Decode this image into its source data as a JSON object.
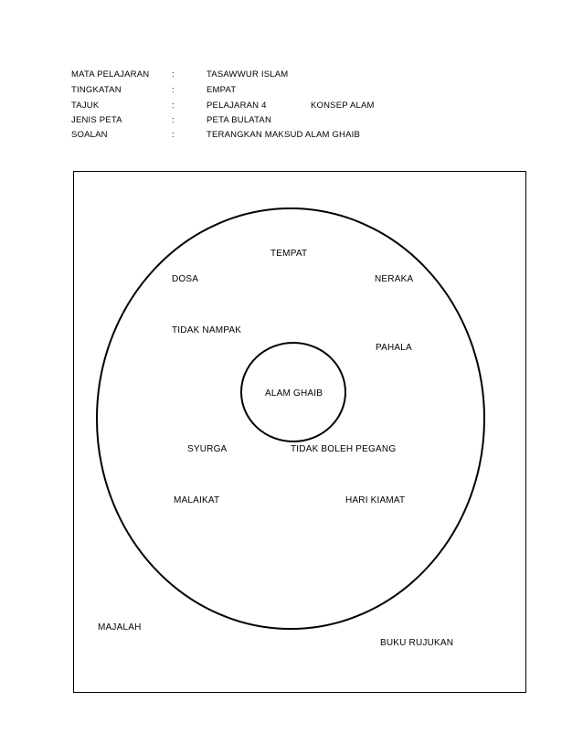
{
  "header": {
    "rows": [
      {
        "key": "MATA PELAJARAN",
        "sep": ":",
        "value": "TASAWWUR ISLAM",
        "extra": ""
      },
      {
        "key": "TINGKATAN",
        "sep": ":",
        "value": "EMPAT",
        "extra": ""
      },
      {
        "key": "TAJUK",
        "sep": ":",
        "value": "PELAJARAN 4",
        "extra": "KONSEP ALAM"
      },
      {
        "key": "JENIS PETA",
        "sep": ":",
        "value": "PETA BULATAN",
        "extra": ""
      },
      {
        "key": "SOALAN",
        "sep": ":",
        "value": "TERANGKAN MAKSUD ALAM GHAIB",
        "extra": ""
      }
    ]
  },
  "circle_map": {
    "center": "ALAM GHAIB",
    "inner_items": [
      "TEMPAT",
      "DOSA",
      "NERAKA",
      "TIDAK NAMPAK",
      "PAHALA",
      "SYURGA",
      "TIDAK BOLEH PEGANG",
      "MALAIKAT",
      "HARI KIAMAT"
    ],
    "frame_items": [
      "MAJALAH",
      "BUKU RUJUKAN"
    ]
  }
}
